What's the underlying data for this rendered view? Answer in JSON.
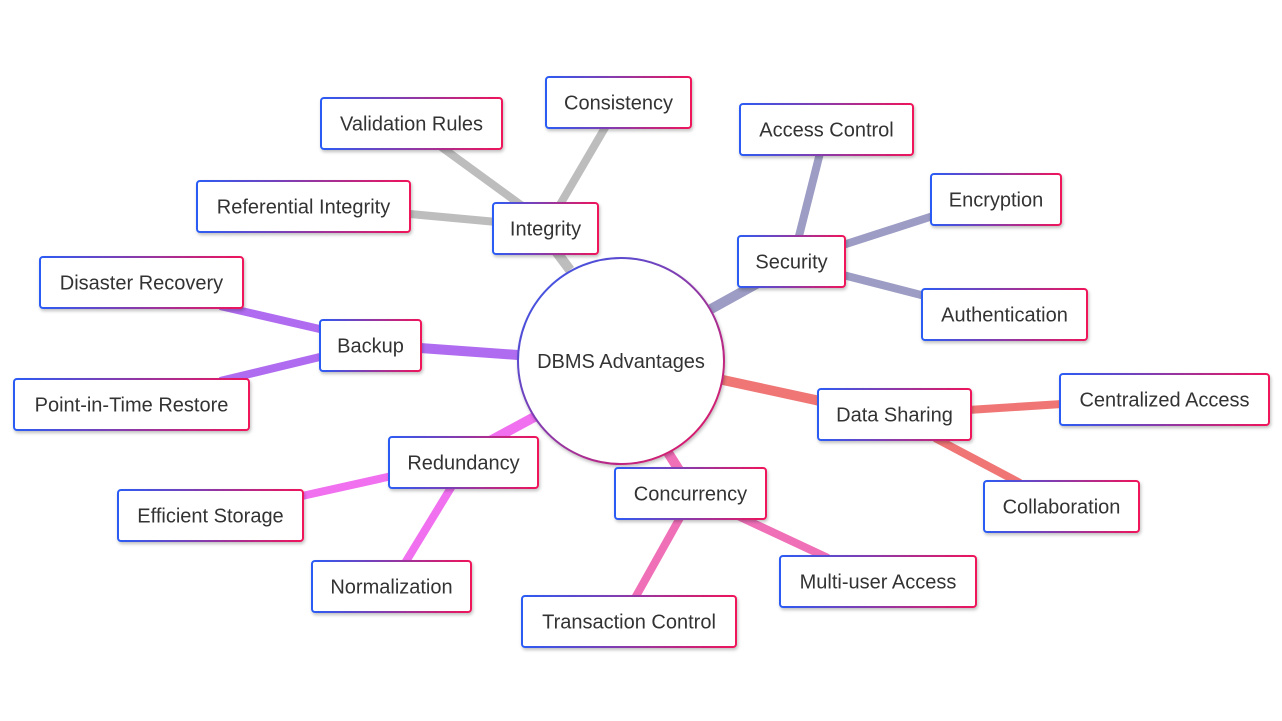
{
  "diagram": {
    "type": "mindmap",
    "root": {
      "id": "root",
      "label": "DBMS Advantages"
    },
    "branches": [
      {
        "id": "integrity",
        "label": "Integrity",
        "color": "#bdbdbd",
        "children": [
          {
            "id": "validation",
            "label": "Validation Rules"
          },
          {
            "id": "consistency",
            "label": "Consistency"
          },
          {
            "id": "referential",
            "label": "Referential Integrity"
          }
        ]
      },
      {
        "id": "security",
        "label": "Security",
        "color": "#9c9cc4",
        "children": [
          {
            "id": "access-control",
            "label": "Access Control"
          },
          {
            "id": "encryption",
            "label": "Encryption"
          },
          {
            "id": "authentication",
            "label": "Authentication"
          }
        ]
      },
      {
        "id": "backup",
        "label": "Backup",
        "color": "#b06cf0",
        "children": [
          {
            "id": "disaster-recovery",
            "label": "Disaster Recovery"
          },
          {
            "id": "pitr",
            "label": "Point-in-Time Restore"
          }
        ]
      },
      {
        "id": "data-sharing",
        "label": "Data Sharing",
        "color": "#f07676",
        "children": [
          {
            "id": "centralized-access",
            "label": "Centralized Access"
          },
          {
            "id": "collaboration",
            "label": "Collaboration"
          }
        ]
      },
      {
        "id": "redundancy",
        "label": "Redundancy",
        "color": "#f070f0",
        "children": [
          {
            "id": "efficient-storage",
            "label": "Efficient Storage"
          },
          {
            "id": "normalization",
            "label": "Normalization"
          }
        ]
      },
      {
        "id": "concurrency",
        "label": "Concurrency",
        "color": "#f070b8",
        "children": [
          {
            "id": "transaction-control",
            "label": "Transaction Control"
          },
          {
            "id": "multi-user-access",
            "label": "Multi-user Access"
          }
        ]
      }
    ]
  },
  "colors": {
    "border_start": "#2a5cf5",
    "border_end": "#f0145a",
    "text": "#333333",
    "background": "#ffffff"
  }
}
